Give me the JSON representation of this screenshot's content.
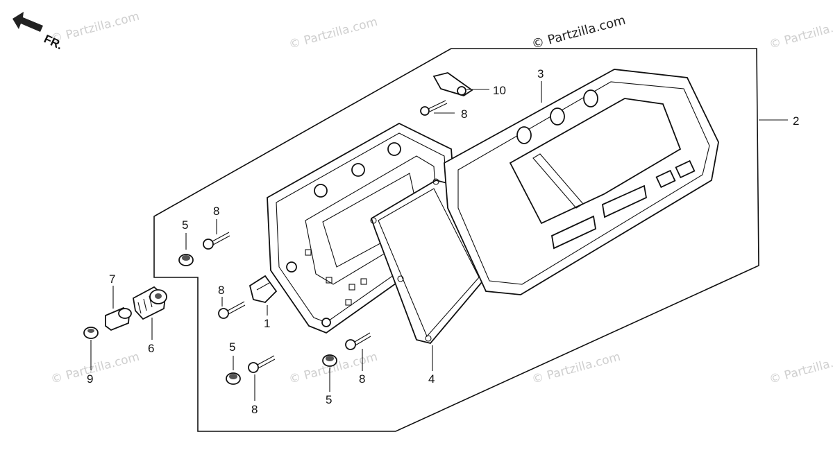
{
  "direction_label": "FR.",
  "watermark": "© Partzilla.com",
  "callouts": {
    "c1": "1",
    "c2": "2",
    "c3": "3",
    "c4": "4",
    "c5a": "5",
    "c5b": "5",
    "c5c": "5",
    "c6": "6",
    "c7": "7",
    "c8a": "8",
    "c8b": "8",
    "c8c": "8",
    "c8d": "8",
    "c8e": "8",
    "c9": "9",
    "c10": "10"
  }
}
